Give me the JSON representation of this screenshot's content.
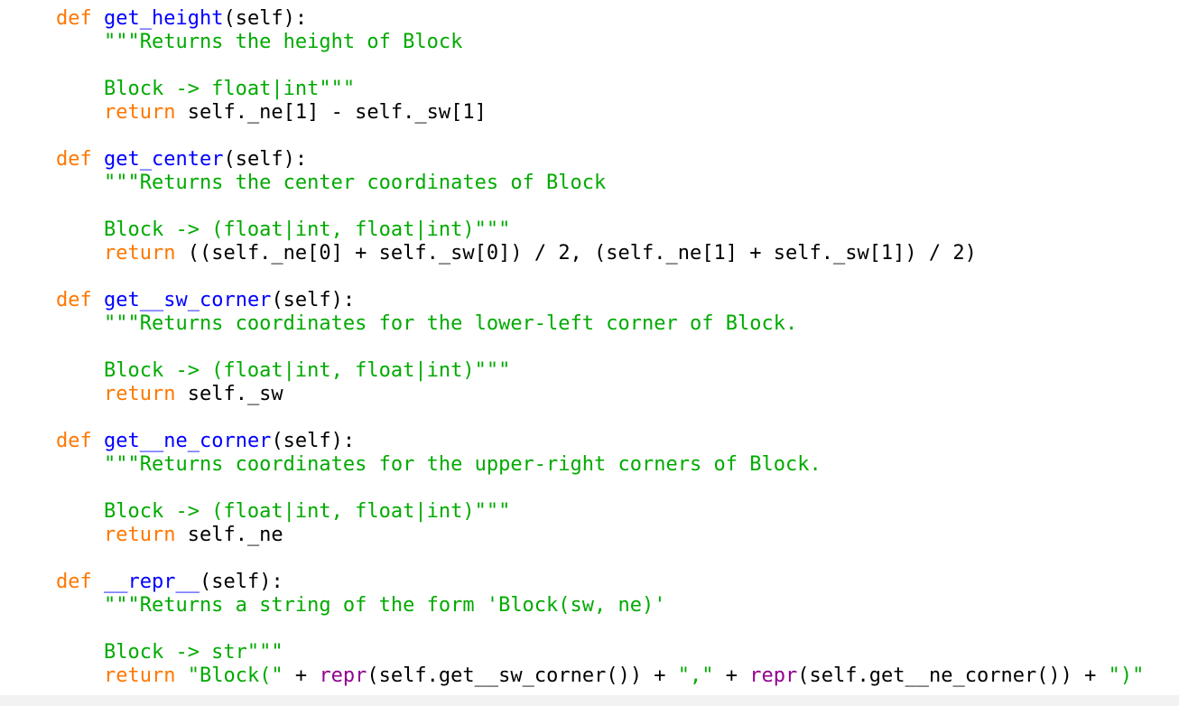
{
  "code": {
    "lines": [
      [
        {
          "t": "def",
          "c": "kw"
        },
        {
          "t": " ",
          "c": "plain"
        },
        {
          "t": "get_height",
          "c": "fn"
        },
        {
          "t": "(self):",
          "c": "plain"
        }
      ],
      [
        {
          "t": "    \"\"\"Returns the height of Block",
          "c": "str"
        }
      ],
      [],
      [
        {
          "t": "    Block -> float|int\"\"\"",
          "c": "str"
        }
      ],
      [
        {
          "t": "    ",
          "c": "plain"
        },
        {
          "t": "return",
          "c": "kw"
        },
        {
          "t": " self._ne[1] - self._sw[1]",
          "c": "plain"
        }
      ],
      [],
      [
        {
          "t": "def",
          "c": "kw"
        },
        {
          "t": " ",
          "c": "plain"
        },
        {
          "t": "get_center",
          "c": "fn"
        },
        {
          "t": "(self):",
          "c": "plain"
        }
      ],
      [
        {
          "t": "    \"\"\"Returns the center coordinates of Block",
          "c": "str"
        }
      ],
      [],
      [
        {
          "t": "    Block -> (float|int, float|int)\"\"\"",
          "c": "str"
        }
      ],
      [
        {
          "t": "    ",
          "c": "plain"
        },
        {
          "t": "return",
          "c": "kw"
        },
        {
          "t": " ((self._ne[0] + self._sw[0]) / 2, (self._ne[1] + self._sw[1]) / 2)",
          "c": "plain"
        }
      ],
      [],
      [
        {
          "t": "def",
          "c": "kw"
        },
        {
          "t": " ",
          "c": "plain"
        },
        {
          "t": "get__sw_corner",
          "c": "fn"
        },
        {
          "t": "(self):",
          "c": "plain"
        }
      ],
      [
        {
          "t": "    \"\"\"Returns coordinates for the lower-left corner of Block.",
          "c": "str"
        }
      ],
      [],
      [
        {
          "t": "    Block -> (float|int, float|int)\"\"\"",
          "c": "str"
        }
      ],
      [
        {
          "t": "    ",
          "c": "plain"
        },
        {
          "t": "return",
          "c": "kw"
        },
        {
          "t": " self._sw",
          "c": "plain"
        }
      ],
      [],
      [
        {
          "t": "def",
          "c": "kw"
        },
        {
          "t": " ",
          "c": "plain"
        },
        {
          "t": "get__ne_corner",
          "c": "fn"
        },
        {
          "t": "(self):",
          "c": "plain"
        }
      ],
      [
        {
          "t": "    \"\"\"Returns coordinates for the upper-right corners of Block.",
          "c": "str"
        }
      ],
      [],
      [
        {
          "t": "    Block -> (float|int, float|int)\"\"\"",
          "c": "str"
        }
      ],
      [
        {
          "t": "    ",
          "c": "plain"
        },
        {
          "t": "return",
          "c": "kw"
        },
        {
          "t": " self._ne",
          "c": "plain"
        }
      ],
      [],
      [
        {
          "t": "def",
          "c": "kw"
        },
        {
          "t": " ",
          "c": "plain"
        },
        {
          "t": "__repr__",
          "c": "fn"
        },
        {
          "t": "(self):",
          "c": "plain"
        }
      ],
      [
        {
          "t": "    \"\"\"Returns a string of the form 'Block(sw, ne)'",
          "c": "str"
        }
      ],
      [],
      [
        {
          "t": "    Block -> str\"\"\"",
          "c": "str"
        }
      ],
      [
        {
          "t": "    ",
          "c": "plain"
        },
        {
          "t": "return",
          "c": "kw"
        },
        {
          "t": " ",
          "c": "plain"
        },
        {
          "t": "\"Block(\"",
          "c": "str"
        },
        {
          "t": " + ",
          "c": "plain"
        },
        {
          "t": "repr",
          "c": "bi"
        },
        {
          "t": "(self.get__sw_corner()) + ",
          "c": "plain"
        },
        {
          "t": "\",\"",
          "c": "str"
        },
        {
          "t": " + ",
          "c": "plain"
        },
        {
          "t": "repr",
          "c": "bi"
        },
        {
          "t": "(self.get__ne_corner()) + ",
          "c": "plain"
        },
        {
          "t": "\")\"",
          "c": "str"
        }
      ]
    ]
  },
  "colors": {
    "keyword": "#ff7700",
    "function_name": "#0000ff",
    "string": "#00aa00",
    "builtin": "#900090",
    "plain": "#000000",
    "background": "#ffffff"
  }
}
